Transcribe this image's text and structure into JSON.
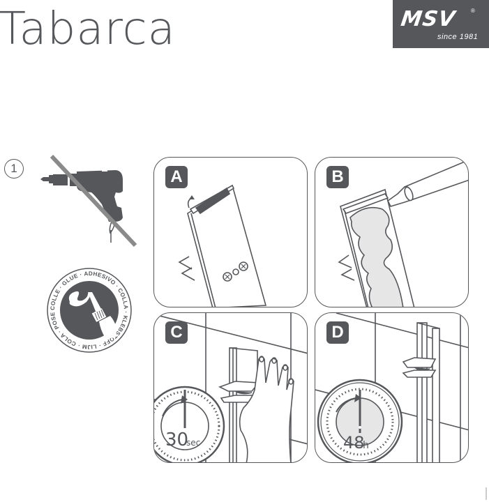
{
  "header": {
    "title": "Tabarca",
    "logo": {
      "brand": "MSV",
      "registered": "®",
      "tagline": "since 1981",
      "background": "#55575a"
    }
  },
  "step": {
    "number": "1",
    "no_drill_icon": "no-drilling-icon",
    "glue_seal": {
      "icon": "glue-tube-icon",
      "ring_text": "COLLE · GLUE · ADHESIVO · COLLA · KLEBSTOFF · LIJM · COLA · POSEBNI ·"
    }
  },
  "panels": [
    {
      "id": "A",
      "label": "A",
      "description": "Remove protective strip from adhesive on shelf bracket"
    },
    {
      "id": "B",
      "label": "B",
      "description": "Apply glue to back of bracket"
    },
    {
      "id": "C",
      "label": "C",
      "description": "Press bracket to wall",
      "timer": {
        "value": "30",
        "unit": "sec"
      }
    },
    {
      "id": "D",
      "label": "D",
      "description": "Let adhesive cure",
      "timer": {
        "value": "48",
        "unit": "h"
      }
    }
  ],
  "colors": {
    "primary": "#55575a",
    "glue_fill": "#e6e6e6",
    "strike": "#8a8a8a"
  }
}
